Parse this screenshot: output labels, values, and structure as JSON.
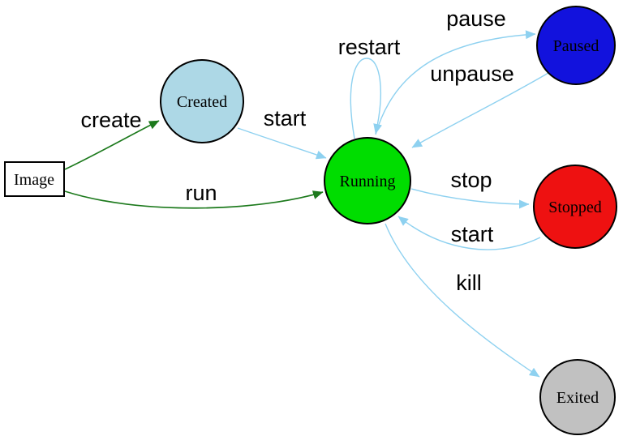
{
  "colors": {
    "background": "#ffffff",
    "edge_blue": "#8ed1f0",
    "edge_green": "#1d7a1d",
    "node_border": "#000000",
    "image_border": "#2424cf",
    "label_text": "#000000"
  },
  "nodes": {
    "image": {
      "label": "Image",
      "fill": "#ffffff",
      "shape": "rectangle"
    },
    "created": {
      "label": "Created",
      "fill": "#add8e6",
      "shape": "circle"
    },
    "running": {
      "label": "Running",
      "fill": "#00dd00",
      "shape": "circle"
    },
    "paused": {
      "label": "Paused",
      "fill": "#1212dd",
      "shape": "circle"
    },
    "stopped": {
      "label": "Stopped",
      "fill": "#ee1111",
      "shape": "circle"
    },
    "exited": {
      "label": "Exited",
      "fill": "#c1c1c1",
      "shape": "circle"
    }
  },
  "edges": {
    "create": {
      "label": "create",
      "from": "image",
      "to": "created"
    },
    "run": {
      "label": "run",
      "from": "image",
      "to": "running"
    },
    "start_top": {
      "label": "start",
      "from": "created",
      "to": "running"
    },
    "restart": {
      "label": "restart",
      "from": "running",
      "to": "running"
    },
    "pause": {
      "label": "pause",
      "from": "running",
      "to": "paused"
    },
    "unpause": {
      "label": "unpause",
      "from": "paused",
      "to": "running"
    },
    "stop": {
      "label": "stop",
      "from": "running",
      "to": "stopped"
    },
    "start_bottom": {
      "label": "start",
      "from": "stopped",
      "to": "running"
    },
    "kill": {
      "label": "kill",
      "from": "running",
      "to": "exited"
    }
  }
}
